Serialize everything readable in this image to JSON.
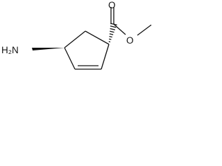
{
  "molecule": {
    "atoms": {
      "amine": "H₂N",
      "carbonyl_oxygen": "O",
      "ester_oxygen": "O"
    },
    "colors": {
      "bond": "#111111",
      "text": "#111111",
      "background": "#ffffff"
    }
  }
}
